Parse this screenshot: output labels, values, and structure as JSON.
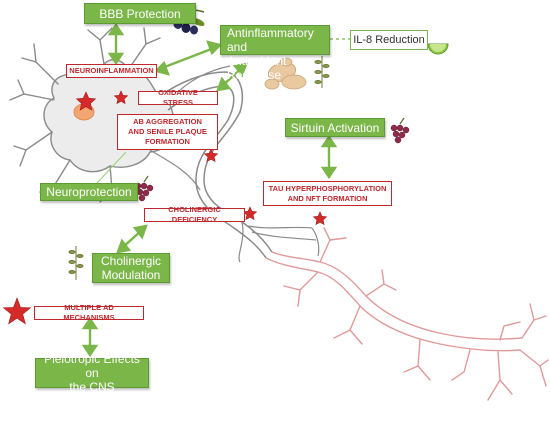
{
  "boxes": {
    "bbb_protection": "BBB Protection",
    "antiinflammatory_line1": "Antinflammatory  and",
    "antiinflammatory_line2": "Antioxidant Response",
    "il8_reduction": "IL-8 Reduction",
    "sirtuin_activation": "Sirtuin Activation",
    "neuroprotection": "Neuroprotection",
    "cholinergic_modulation_line1": "Cholinergic",
    "cholinergic_modulation_line2": "Modulation",
    "pleiotropic_line1": "Pleiotropic Effects on",
    "pleiotropic_line2": "the CNS"
  },
  "mechanisms": {
    "neuroinflammation": "NEUROINFLAMMATION",
    "oxidative_stress": "OXIDATIVE STRESS",
    "ab_aggregation_line1": "AB AGGREGATION",
    "ab_aggregation_line2": "AND SENILE PLAQUE",
    "ab_aggregation_line3": "FORMATION",
    "tau_line1": "TAU HYPERPHOSPHORYLATION",
    "tau_line2": "AND NFT FORMATION",
    "cholinergic_deficiency": "CHOLINERGIC DEFICIENCY",
    "multiple_ad": "MULTIPLE AD MECHANISMS"
  },
  "colors": {
    "green_box": "#7ab648",
    "mechanism_red": "#c0272d",
    "neuron_outline": "#8a8a8a",
    "axon_outline": "#e09a9a",
    "nucleus": "#f3a672"
  },
  "icons": [
    "olive-icon",
    "ginger-icon",
    "thyme-icon",
    "lime-icon",
    "grape-icon",
    "star-icon"
  ]
}
